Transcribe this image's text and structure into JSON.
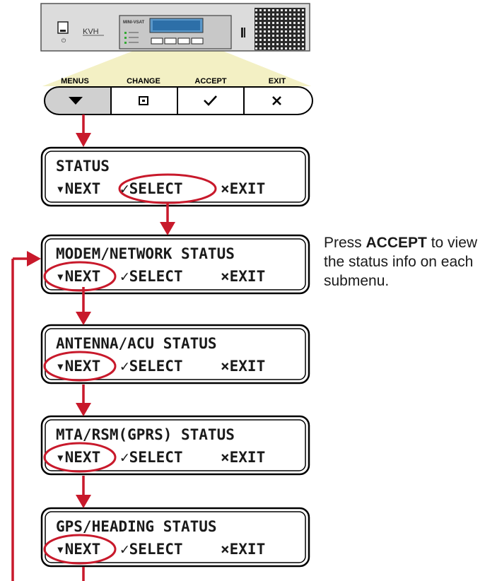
{
  "device": {
    "brand": "KVH",
    "model": "MINI-VSAT"
  },
  "buttons": [
    {
      "key": "menus",
      "label": "MENUS",
      "symbol": "▼"
    },
    {
      "key": "change",
      "label": "CHANGE",
      "symbol": "▣"
    },
    {
      "key": "accept",
      "label": "ACCEPT",
      "symbol": "✓"
    },
    {
      "key": "exit",
      "label": "EXIT",
      "symbol": "✕"
    }
  ],
  "screens": [
    {
      "title": "STATUS",
      "opt1": "▾NEXT",
      "opt2": "✓SELECT",
      "opt3": "×EXIT"
    },
    {
      "title": "MODEM/NETWORK STATUS",
      "opt1": "▾NEXT",
      "opt2": "✓SELECT",
      "opt3": "×EXIT"
    },
    {
      "title": "ANTENNA/ACU STATUS",
      "opt1": "▾NEXT",
      "opt2": "✓SELECT",
      "opt3": "×EXIT"
    },
    {
      "title": "MTA/RSM(GPRS) STATUS",
      "opt1": "▾NEXT",
      "opt2": "✓SELECT",
      "opt3": "×EXIT"
    },
    {
      "title": "GPS/HEADING STATUS",
      "opt1": "▾NEXT",
      "opt2": "✓SELECT",
      "opt3": "×EXIT"
    }
  ],
  "note": {
    "prefix": "Press ",
    "emphasis": "ACCEPT",
    "suffix": " to view the status info on each submenu."
  },
  "colors": {
    "arrow": "#c8192b",
    "highlight": "#c8192b",
    "lcd_border": "#000000",
    "beam": "#f3f0c4"
  }
}
